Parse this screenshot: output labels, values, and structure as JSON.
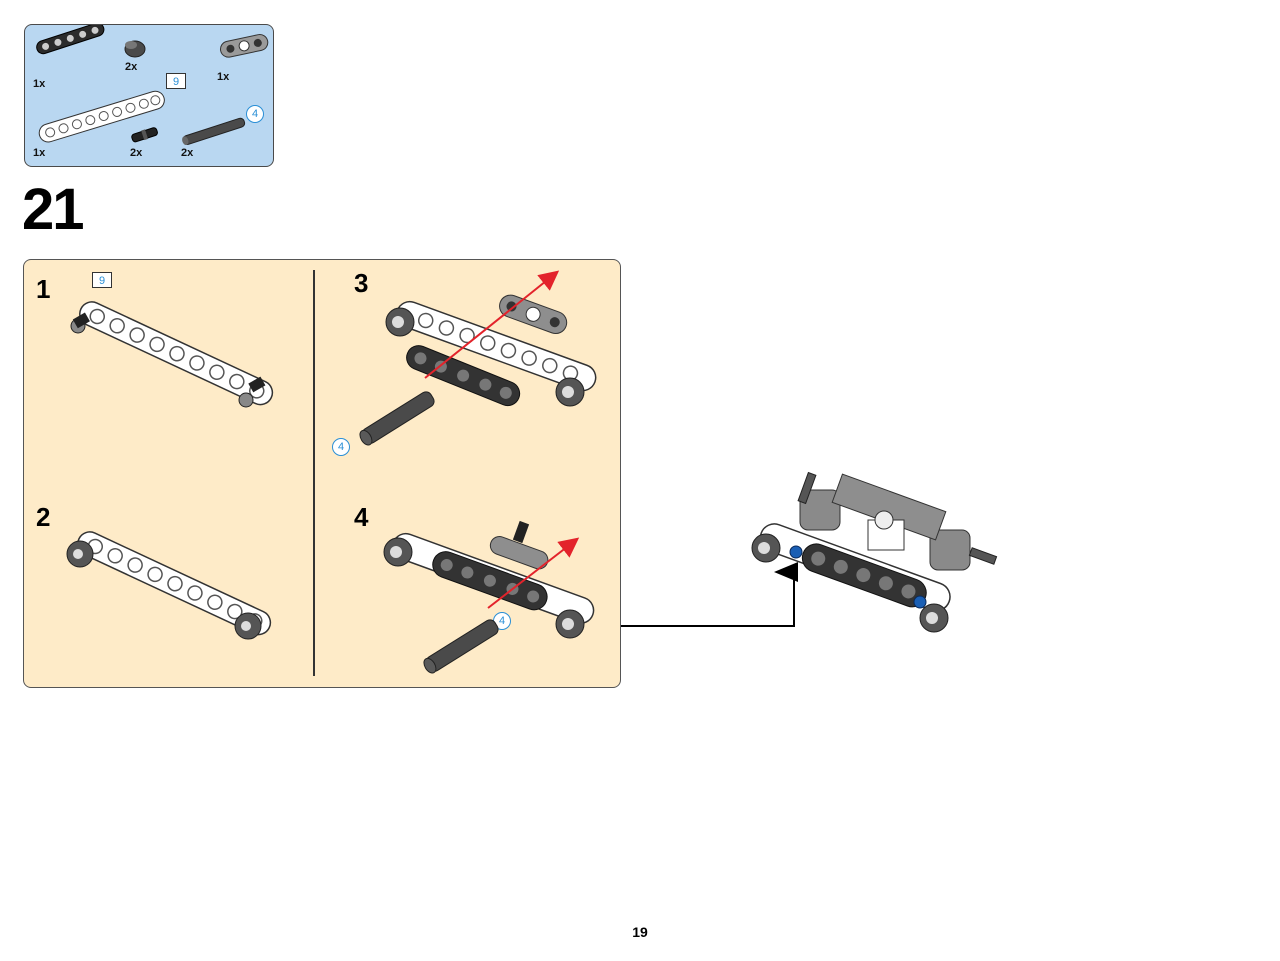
{
  "parts_list": {
    "items": [
      {
        "name": "dark-liftarm-5",
        "qty": "1x",
        "color": "#2b2b2b"
      },
      {
        "name": "dark-bush",
        "qty": "2x",
        "color": "#555555"
      },
      {
        "name": "gray-connector",
        "qty": "1x",
        "color": "#9a9a9a"
      },
      {
        "name": "white-beam-9",
        "qty": "1x",
        "color": "#ffffff"
      },
      {
        "name": "black-pin",
        "qty": "2x",
        "color": "#222222"
      },
      {
        "name": "dark-axle-4",
        "qty": "2x",
        "color": "#4a4a4a"
      }
    ],
    "beam_length": "9",
    "axle_length": "4"
  },
  "step": {
    "number": "21",
    "substeps": [
      {
        "number": "1",
        "length_label": "9"
      },
      {
        "number": "2"
      },
      {
        "number": "3",
        "length_label": "4"
      },
      {
        "number": "4",
        "length_label": "4"
      }
    ]
  },
  "colors": {
    "parts_bg": "#b9d7f1",
    "panel_bg": "#feebc8",
    "arrow_red": "#e3232b",
    "length_blue": "#2a8fd6"
  },
  "page_number": "19"
}
